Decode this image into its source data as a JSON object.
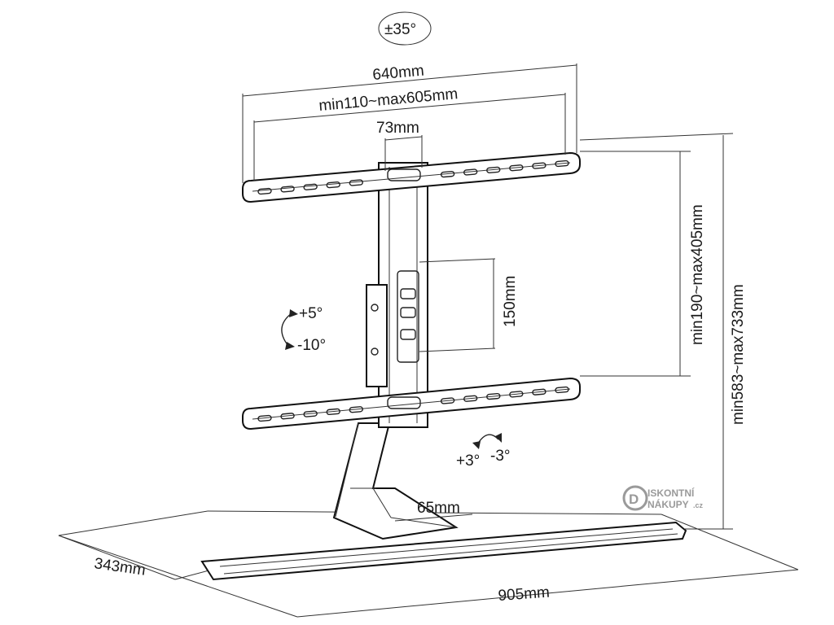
{
  "labels": {
    "swivel": "±35°",
    "max_width": "640mm",
    "vesa_width": "min110~max605mm",
    "column_width": "73mm",
    "arm_height": "min190~max405mm",
    "total_height": "min583~max733mm",
    "hole_spacing": "150mm",
    "tilt_up": "+5°",
    "tilt_down": "-10°",
    "level_plus": "+3°",
    "level_minus": "-3°",
    "column_depth": "65mm",
    "base_depth": "343mm",
    "base_width": "905mm"
  },
  "logo": {
    "line1": "ISKONTNÍ",
    "line2": "NÁKUPY",
    "suffix": ".cz",
    "color": "#9a9a9a"
  }
}
